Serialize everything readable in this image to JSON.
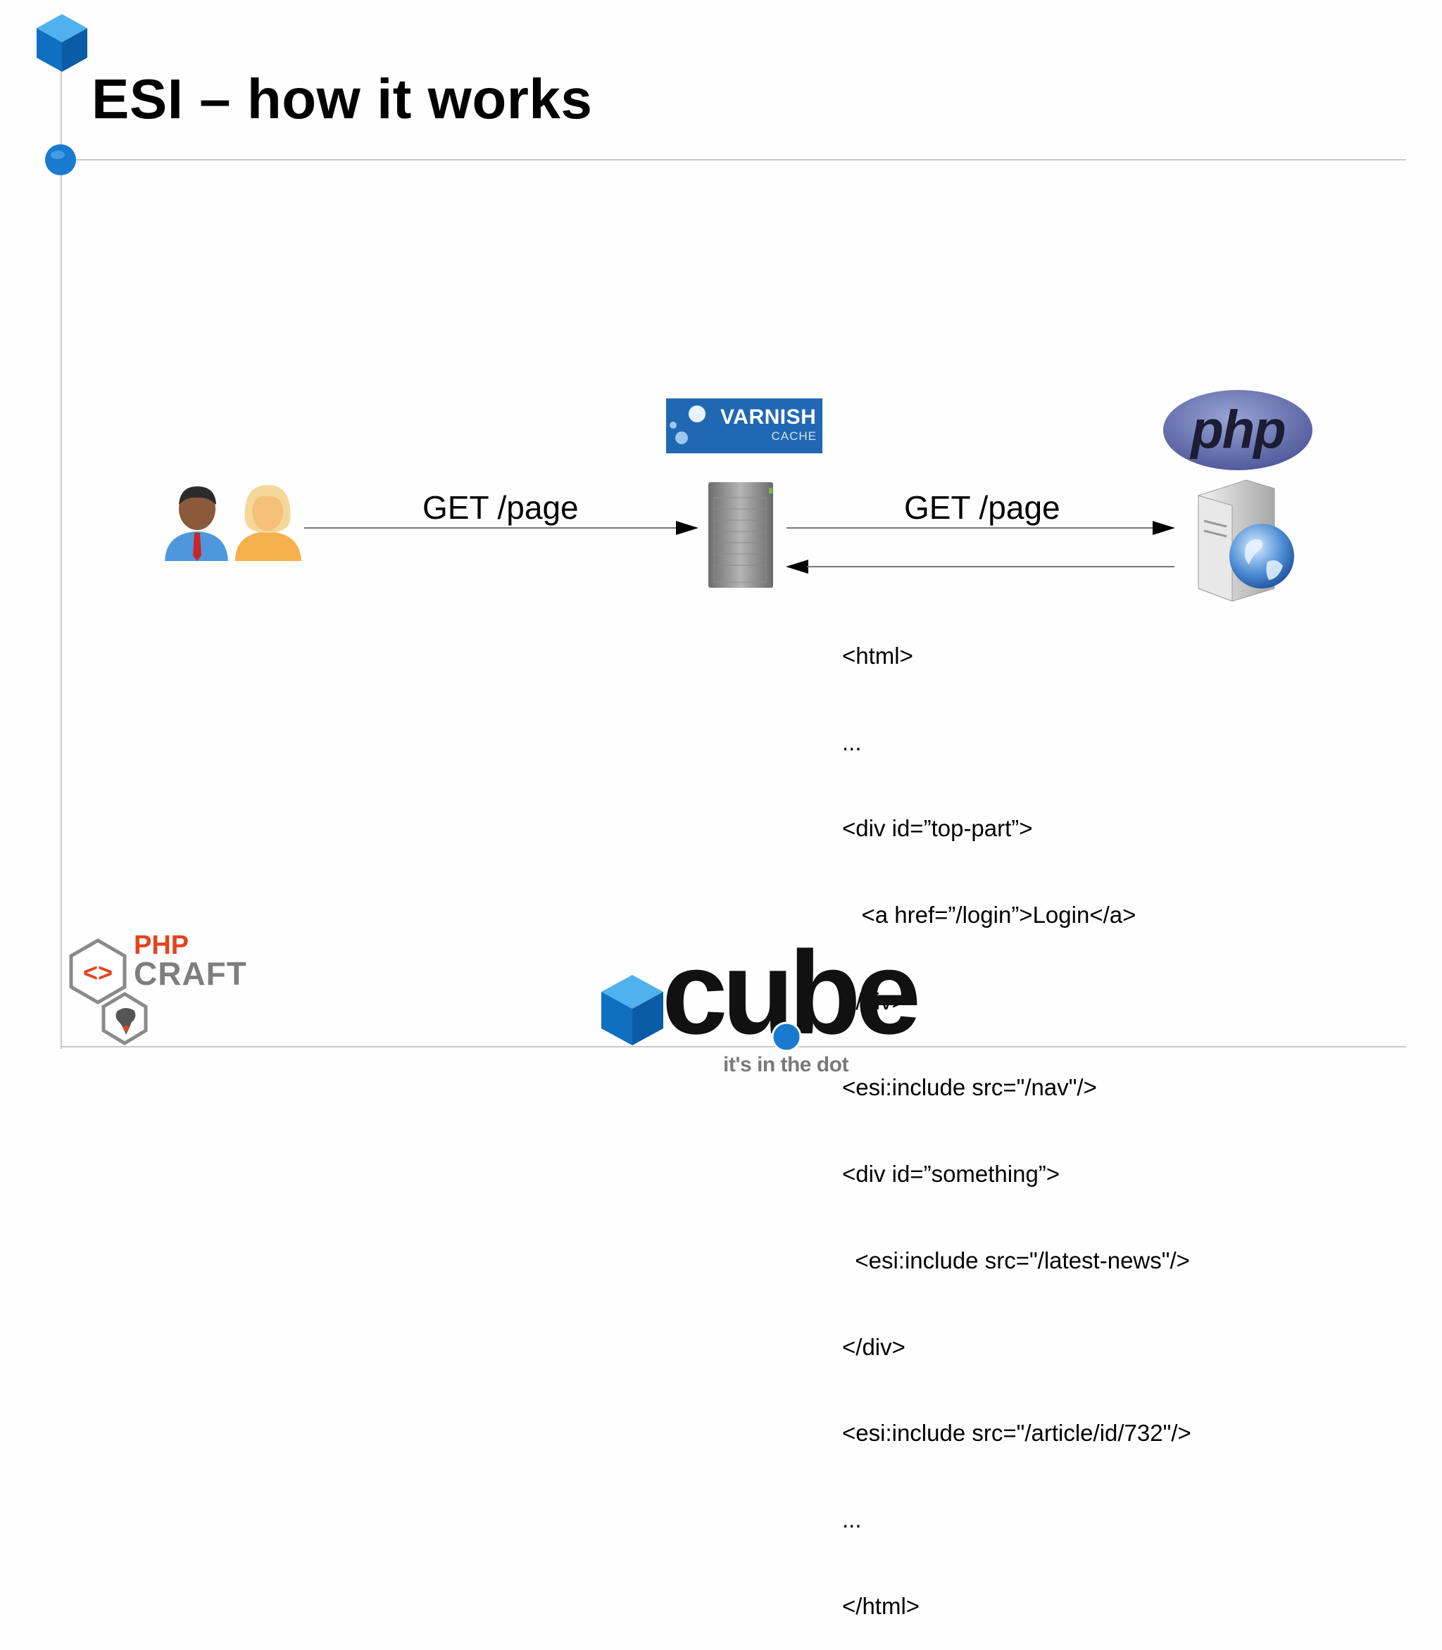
{
  "slide": {
    "title": "ESI – how it works"
  },
  "diagram": {
    "request_label_1": "GET /page",
    "request_label_2": "GET /page",
    "varnish_logo": {
      "name": "VARNISH",
      "subtitle": "CACHE"
    },
    "php_logo_text": "php",
    "response_code": [
      "<html>",
      "...",
      "<div id=”top-part”>",
      "   <a href=”/login”>Login</a>",
      "</div>",
      "<esi:include src=\"/nav\"/>",
      "<div id=”something”>",
      "  <esi:include src=\"/latest-news\"/>",
      "</div>",
      "<esi:include src=\"/article/id/732\"/>",
      "...",
      "</html>"
    ]
  },
  "footer": {
    "phpcraft_top": "PHP",
    "phpcraft_bottom": "CRAFT",
    "cube_word": "cube",
    "cube_tagline": "it's in the dot"
  },
  "colors": {
    "brand_blue": "#1a7ad0",
    "varnish_blue": "#2168b3",
    "phpcraft_orange": "#e2441e",
    "rule_gray": "#c8c8c8"
  }
}
